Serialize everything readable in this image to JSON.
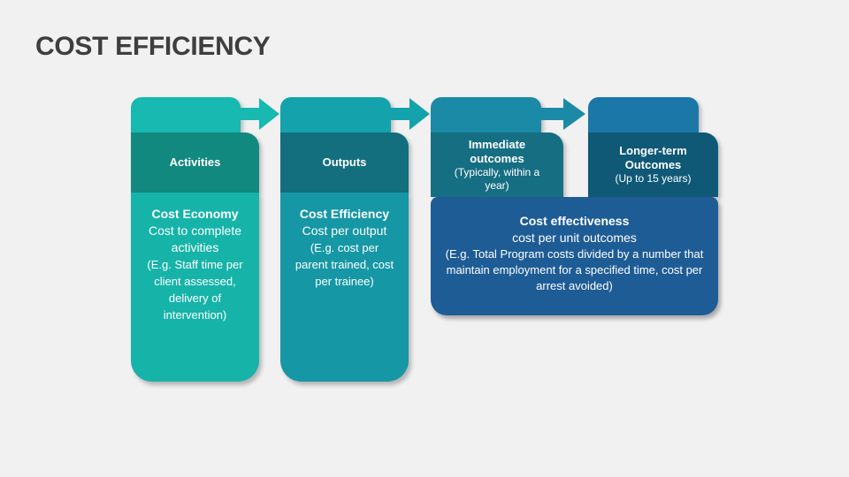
{
  "slide": {
    "title": "COST EFFICIENCY"
  },
  "stages": [
    {
      "header": "Activities",
      "header_note": ""
    },
    {
      "header": "Outputs",
      "header_note": ""
    },
    {
      "header": "Immediate outcomes",
      "header_note": "(Typically, within a year)"
    },
    {
      "header": "Longer-term Outcomes",
      "header_note": "(Up to 15 years)"
    }
  ],
  "stage_bodies": [
    {
      "title": "Cost Economy",
      "subtitle": "Cost to complete activities",
      "example": "(E.g. Staff time per client assessed, delivery of intervention)"
    },
    {
      "title": "Cost Efficiency",
      "subtitle": "Cost per output",
      "example": "(E.g. cost per parent trained, cost per trainee)"
    }
  ],
  "outcome_body": {
    "title": "Cost effectiveness",
    "subtitle": "cost per unit outcomes",
    "example": "(E.g. Total Program costs divided by a number that maintain employment for a specified time, cost per arrest avoided)"
  },
  "colors": {
    "background": "#F1F1F2",
    "title_text": "#3E3E3E",
    "stage1_band": "#17B9B0",
    "stage1_header": "#12897F",
    "stage1_body": "#16B3A9",
    "stage2_band": "#14A2AD",
    "stage2_header": "#136F7D",
    "stage2_body": "#1697A5",
    "stage3_band": "#1B8AA6",
    "stage3_header": "#166E82",
    "stage4_band": "#1B77A8",
    "stage4_header": "#0F5977",
    "outcome_body": "#1E5C96",
    "text_on_shapes": "#FFFFFF"
  }
}
